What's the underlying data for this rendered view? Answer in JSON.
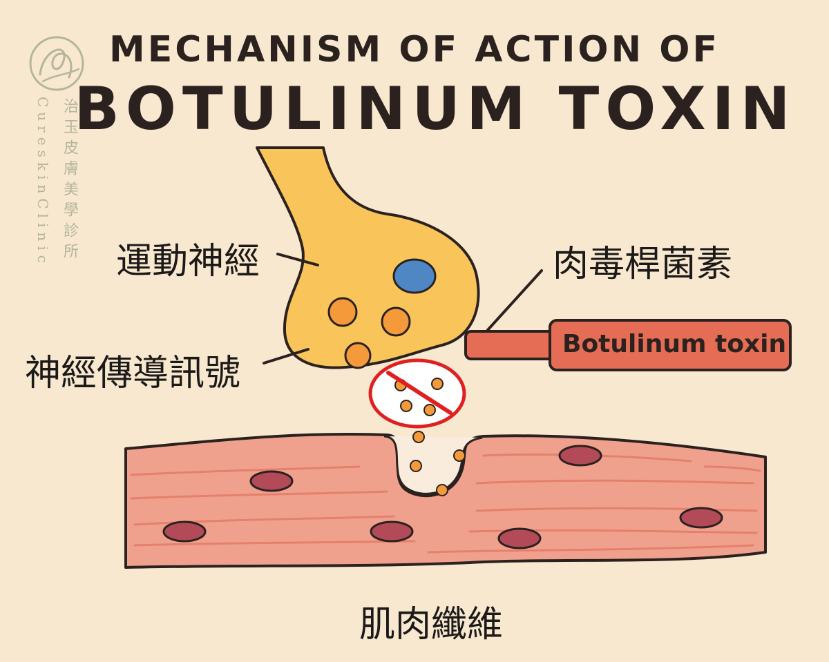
{
  "title": {
    "line1": "MECHANISM OF ACTION OF",
    "line2": "BOTULINUM TOXIN"
  },
  "labels": {
    "motor_nerve": "運動神經",
    "neurotransmitter": "神經傳導訊號",
    "botulinum_zh": "肉毒桿菌素",
    "botulinum_en": "Botulinum toxin",
    "muscle_fiber": "肌肉纖維"
  },
  "watermark": {
    "name_zh": "治玉皮膚美學診所",
    "name_en": "CureskinClinic"
  },
  "colors": {
    "background": "#f9e8d0",
    "nerve": "#f9c55a",
    "vesicle": "#f49a3a",
    "nucleus_blue": "#4f87c4",
    "muscle": "#f0a18e",
    "muscle_stripe": "#e4806c",
    "muscle_nucleus": "#b24a58",
    "toxin_bar": "#e56d55",
    "no_symbol": "#e02020",
    "outline": "#2b2220",
    "watermark": "#b3b59c"
  }
}
